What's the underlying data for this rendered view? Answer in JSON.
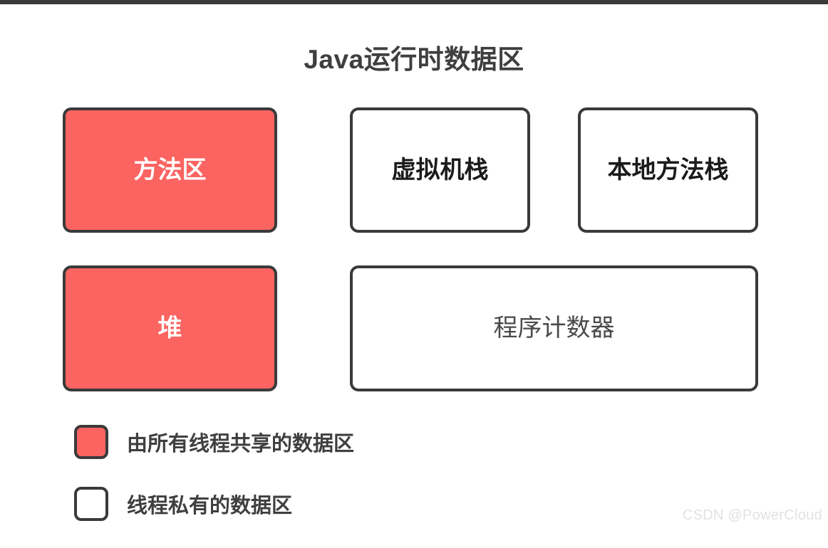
{
  "diagram": {
    "title": "Java运行时数据区",
    "colors": {
      "shared_fill": "#fb6461",
      "private_fill": "#ffffff",
      "border": "#3a3a3a",
      "title_text": "#3f3f3f",
      "shared_text": "#ffffff",
      "private_text": "#1b1b1b",
      "watermark_text": "#e2e2e2"
    },
    "rows": [
      {
        "boxes": [
          {
            "label": "方法区",
            "kind": "shared"
          },
          {
            "label": "虚拟机栈",
            "kind": "private"
          },
          {
            "label": "本地方法栈",
            "kind": "private"
          }
        ]
      },
      {
        "boxes": [
          {
            "label": "堆",
            "kind": "shared"
          },
          {
            "label": "程序计数器",
            "kind": "private"
          }
        ]
      }
    ],
    "legend": {
      "items": [
        {
          "label": "由所有线程共享的数据区",
          "kind": "shared"
        },
        {
          "label": "线程私有的数据区",
          "kind": "private"
        }
      ]
    },
    "watermark": "CSDN @PowerCloud"
  }
}
